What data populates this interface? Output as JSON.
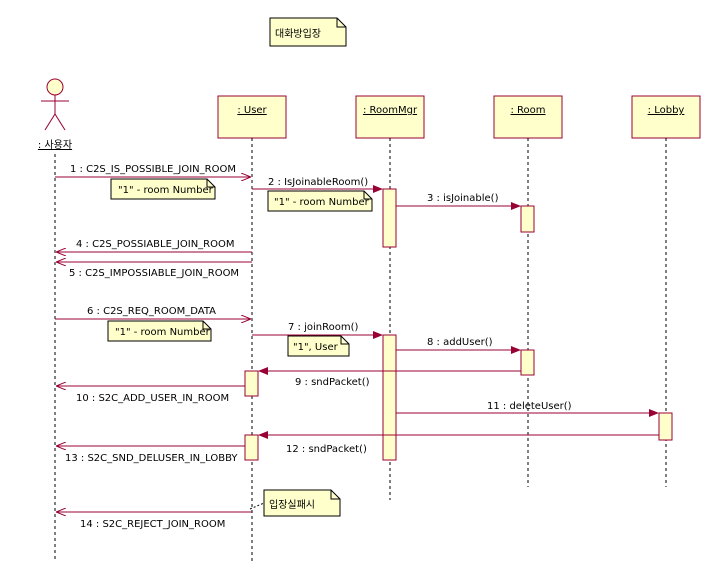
{
  "title_note": "대화방입장",
  "actor": {
    "label": ": 사용자"
  },
  "lifelines": [
    {
      "id": "user",
      "label": ": User"
    },
    {
      "id": "roommgr",
      "label": ": RoomMgr"
    },
    {
      "id": "room",
      "label": ": Room"
    },
    {
      "id": "lobby",
      "label": ": Lobby"
    }
  ],
  "messages": [
    {
      "id": "m1",
      "label": "1 : C2S_IS_POSSIBLE_JOIN_ROOM"
    },
    {
      "id": "m2",
      "label": "2 : IsJoinableRoom()"
    },
    {
      "id": "m3",
      "label": "3 : isJoinable()"
    },
    {
      "id": "m4",
      "label": "4 : C2S_POSSIABLE_JOIN_ROOM"
    },
    {
      "id": "m5",
      "label": "5 : C2S_IMPOSSIABLE_JOIN_ROOM"
    },
    {
      "id": "m6",
      "label": "6 : C2S_REQ_ROOM_DATA"
    },
    {
      "id": "m7",
      "label": "7 : joinRoom()"
    },
    {
      "id": "m8",
      "label": "8 : addUser()"
    },
    {
      "id": "m9",
      "label": "9 : sndPacket()"
    },
    {
      "id": "m10",
      "label": "10 : S2C_ADD_USER_IN_ROOM"
    },
    {
      "id": "m11",
      "label": "11 : deleteUser()"
    },
    {
      "id": "m12",
      "label": "12 : sndPacket()"
    },
    {
      "id": "m13",
      "label": "13 : S2C_SND_DELUSER_IN_LOBBY"
    },
    {
      "id": "m14",
      "label": "14 : S2C_REJECT_JOIN_ROOM"
    }
  ],
  "notes": {
    "n1": "\"1\" - room Number",
    "n2": "\"1\" - room Number",
    "n3": "\"1\" - room Number",
    "n4": "\"1\", User",
    "n5": "입장실패시"
  },
  "colors": {
    "message_line": "#990033",
    "note_fill": "#ffffcc",
    "lifeline_box_fill": "#ffffcc",
    "lifeline_text": "#000000"
  }
}
